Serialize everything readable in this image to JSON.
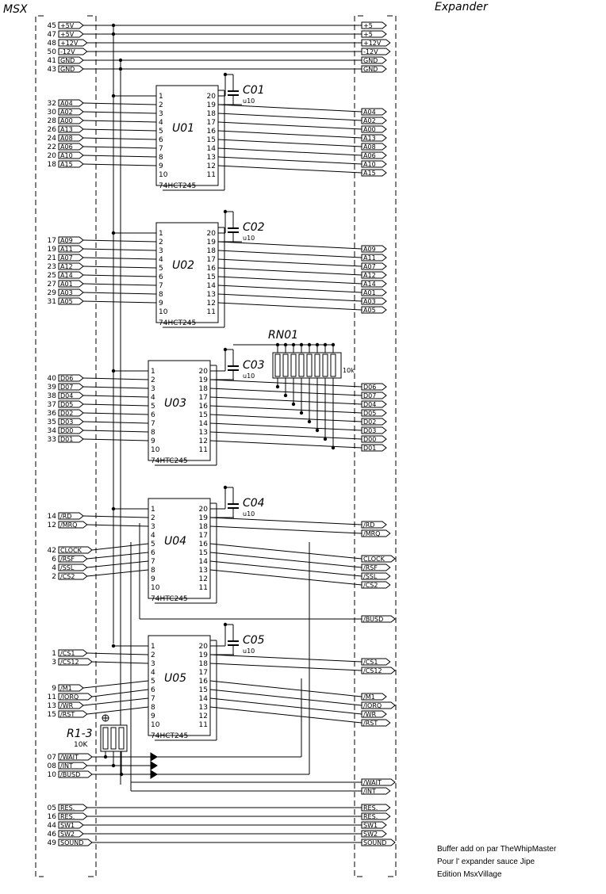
{
  "header": {
    "left_title": "MSX",
    "right_title": "Expander"
  },
  "left_connector": [
    {
      "pin": "45",
      "signal": "+5V"
    },
    {
      "pin": "47",
      "signal": "+5V"
    },
    {
      "pin": "48",
      "signal": "+12V"
    },
    {
      "pin": "50",
      "signal": "-12V"
    },
    {
      "pin": "41",
      "signal": "GND"
    },
    {
      "pin": "43",
      "signal": "GND"
    },
    {
      "pin": "32",
      "signal": "A04"
    },
    {
      "pin": "30",
      "signal": "A02"
    },
    {
      "pin": "28",
      "signal": "A00"
    },
    {
      "pin": "26",
      "signal": "A13"
    },
    {
      "pin": "24",
      "signal": "A08"
    },
    {
      "pin": "22",
      "signal": "A06"
    },
    {
      "pin": "20",
      "signal": "A10"
    },
    {
      "pin": "18",
      "signal": "A15"
    },
    {
      "pin": "17",
      "signal": "A09"
    },
    {
      "pin": "19",
      "signal": "A11"
    },
    {
      "pin": "21",
      "signal": "A07"
    },
    {
      "pin": "23",
      "signal": "A12"
    },
    {
      "pin": "25",
      "signal": "A14"
    },
    {
      "pin": "27",
      "signal": "A01"
    },
    {
      "pin": "29",
      "signal": "A03"
    },
    {
      "pin": "31",
      "signal": "A05"
    },
    {
      "pin": "40",
      "signal": "D06"
    },
    {
      "pin": "39",
      "signal": "D07"
    },
    {
      "pin": "38",
      "signal": "D04"
    },
    {
      "pin": "37",
      "signal": "D05"
    },
    {
      "pin": "36",
      "signal": "D02"
    },
    {
      "pin": "35",
      "signal": "D03"
    },
    {
      "pin": "34",
      "signal": "D00"
    },
    {
      "pin": "33",
      "signal": "D01"
    },
    {
      "pin": "14",
      "signal": "/RD"
    },
    {
      "pin": "12",
      "signal": "/MRQ"
    },
    {
      "pin": "42",
      "signal": "CLOCK"
    },
    {
      "pin": "6",
      "signal": "/RSF"
    },
    {
      "pin": "4",
      "signal": "/SSL"
    },
    {
      "pin": "2",
      "signal": "/CS2"
    },
    {
      "pin": "1",
      "signal": "/CS1"
    },
    {
      "pin": "3",
      "signal": "/CS12"
    },
    {
      "pin": "9",
      "signal": "/M1"
    },
    {
      "pin": "11",
      "signal": "/IORQ"
    },
    {
      "pin": "13",
      "signal": "/WR"
    },
    {
      "pin": "15",
      "signal": "/RST"
    },
    {
      "pin": "07",
      "signal": "/WAIT"
    },
    {
      "pin": "08",
      "signal": "/INT"
    },
    {
      "pin": "10",
      "signal": "/BUSD"
    },
    {
      "pin": "05",
      "signal": "RES."
    },
    {
      "pin": "16",
      "signal": "RES."
    },
    {
      "pin": "44",
      "signal": "SW1"
    },
    {
      "pin": "46",
      "signal": "SW2"
    },
    {
      "pin": "49",
      "signal": "SOUND"
    }
  ],
  "right_connector": [
    "+5",
    "+5",
    "+12V",
    "-12V",
    "GND",
    "GND",
    "A04",
    "A02",
    "A00",
    "A13",
    "A08",
    "A06",
    "A10",
    "A15",
    "A09",
    "A11",
    "A07",
    "A12",
    "A14",
    "A01",
    "A03",
    "A05",
    "D06",
    "D07",
    "D04",
    "D05",
    "D02",
    "D03",
    "D00",
    "D01",
    "/RD",
    "/MRQ",
    "CLOCK",
    "/RSF",
    "/SSL",
    "/CS2",
    "/BUSD",
    "/CS1",
    "/CS12",
    "/M1",
    "/IORQ",
    "/WR",
    "/RST",
    "/WAIT",
    "/INT",
    "RES.",
    "RES.",
    "SW1",
    "SW2",
    "SOUND"
  ],
  "chips": [
    {
      "ref": "U01",
      "part": "74HCT245",
      "cap": "C01",
      "cap_value": "u10"
    },
    {
      "ref": "U02",
      "part": "74HCT245",
      "cap": "C02",
      "cap_value": "u10"
    },
    {
      "ref": "U03",
      "part": "74HTC245",
      "cap": "C03",
      "cap_value": "u10"
    },
    {
      "ref": "U04",
      "part": "74HTC245",
      "cap": "C04",
      "cap_value": "u10"
    },
    {
      "ref": "U05",
      "part": "74HCT245",
      "cap": "C05",
      "cap_value": "u10"
    }
  ],
  "pins_left": [
    "1",
    "2",
    "3",
    "4",
    "5",
    "6",
    "7",
    "8",
    "9",
    "10"
  ],
  "pins_right": [
    "20",
    "19",
    "18",
    "17",
    "16",
    "15",
    "14",
    "13",
    "12",
    "11"
  ],
  "resistor_network": {
    "ref": "RN01",
    "value": "10k"
  },
  "resistor_pack": {
    "ref": "R1-3",
    "value": "10K"
  },
  "footer": {
    "line1": "Buffer add on par TheWhipMaster",
    "line2": "Pour l' expander sauce Jipe",
    "line3": "Edition MsxVillage"
  }
}
